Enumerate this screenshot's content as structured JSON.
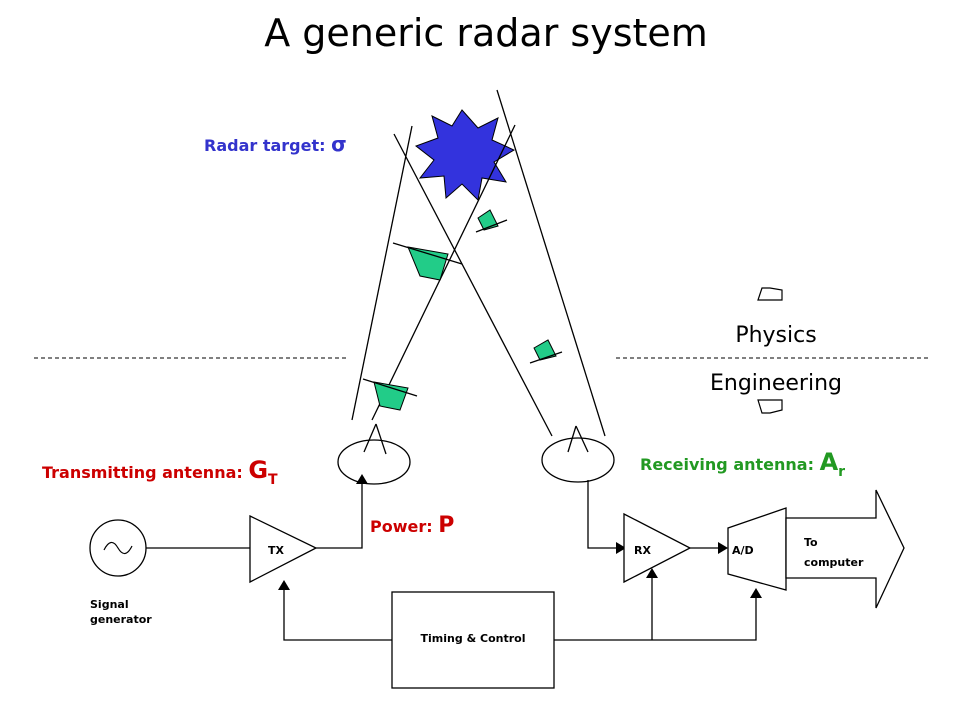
{
  "title": "A generic radar system",
  "target": {
    "label": "Radar target: ",
    "symbol": "σ"
  },
  "tx_antenna": {
    "label": "Transmitting antenna: ",
    "symbol": "G",
    "subscript": "T"
  },
  "rx_antenna": {
    "label": "Receiving antenna: ",
    "symbol": "A",
    "subscript": "r"
  },
  "power": {
    "label": "Power: ",
    "symbol": "P"
  },
  "domains": {
    "upper": "Physics",
    "lower": "Engineering"
  },
  "blocks": {
    "tx": "TX",
    "rx": "RX",
    "adc": "A/D",
    "timing": "Timing & Control",
    "output_line1": "To",
    "output_line2": "computer",
    "signal_gen_line1": "Signal",
    "signal_gen_line2": "generator"
  },
  "colors": {
    "target_fill": "#3333dd",
    "wave_fill": "#22cc88",
    "blue_text": "#3333cc",
    "red_text": "#cc0000",
    "green_text": "#229922"
  }
}
